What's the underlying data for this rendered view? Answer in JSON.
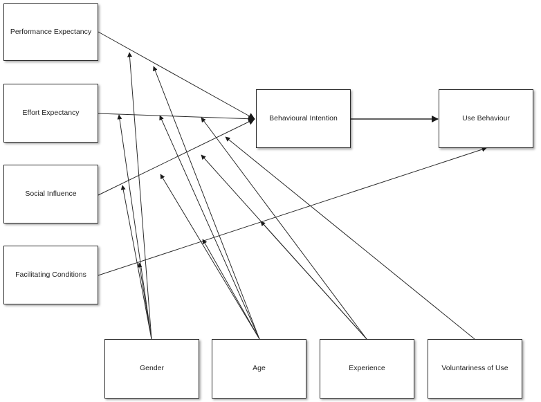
{
  "nodes": {
    "performance_expectancy": "Performance Expectancy",
    "effort_expectancy": "Effort Expectancy",
    "social_influence": "Social Influence",
    "facilitating_conditions": "Facilitating Conditions",
    "behavioural_intention": "Behavioural Intention",
    "use_behaviour": "Use Behaviour",
    "gender": "Gender",
    "age": "Age",
    "experience": "Experience",
    "voluntariness_of_use": "Voluntariness of Use"
  },
  "colors": {
    "line": "#2b2b2b",
    "box_border": "#2b2b2b",
    "text": "#222222",
    "background": "#ffffff"
  }
}
